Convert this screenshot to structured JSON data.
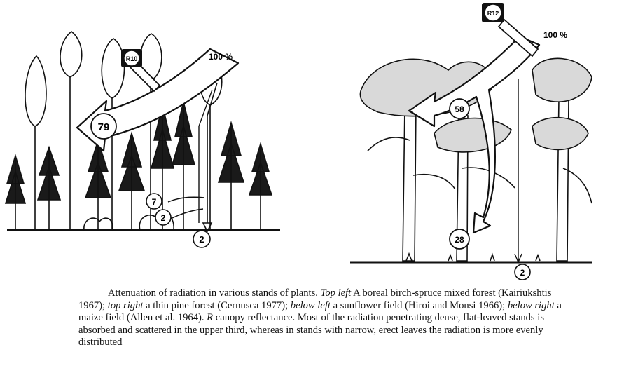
{
  "left_panel": {
    "reflectance_label": "R10",
    "incoming_label": "100 %",
    "values": [
      "79",
      "7",
      "2",
      "2"
    ]
  },
  "right_panel": {
    "reflectance_label": "R12",
    "incoming_label": "100 %",
    "values": [
      "58",
      "28",
      "2"
    ]
  },
  "caption": {
    "segments": [
      {
        "text": "Attenuation of radiation in various stands of plants. ",
        "italic": false
      },
      {
        "text": "Top left",
        "italic": true
      },
      {
        "text": " A boreal birch-spruce mixed forest (Kairiukshtis 1967); ",
        "italic": false
      },
      {
        "text": "top right",
        "italic": true
      },
      {
        "text": " a thin pine forest (Cernusca 1977); ",
        "italic": false
      },
      {
        "text": "below left",
        "italic": true
      },
      {
        "text": " a sunflower field (Hiroi and Monsi 1966); ",
        "italic": false
      },
      {
        "text": "below right",
        "italic": true
      },
      {
        "text": " a maize field (Allen et al. 1964). ",
        "italic": false
      },
      {
        "text": "R",
        "italic": true
      },
      {
        "text": " canopy reflectance. Most of the radiation penetrating dense, flat-leaved stands is absorbed and scattered in the upper third, whereas in stands with narrow, erect leaves the radiation is more evenly distributed",
        "italic": false
      }
    ]
  }
}
